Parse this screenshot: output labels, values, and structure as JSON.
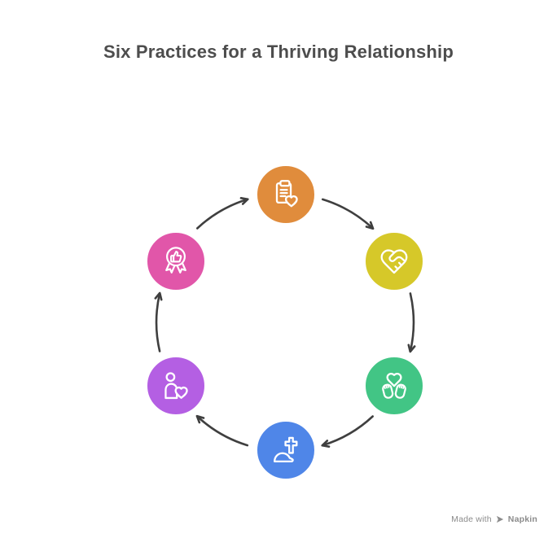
{
  "title": "Six Practices for a Thriving Relationship",
  "title_color": "#4d4d4d",
  "diagram": {
    "type": "cycle",
    "direction": "clockwise",
    "arrow_color": "#3f3f3f",
    "nodes": [
      {
        "icon": "clipboard-heart-icon",
        "color": "#e08c3c",
        "position": "top"
      },
      {
        "icon": "heart-handshake-icon",
        "color": "#d6c829",
        "position": "top-right"
      },
      {
        "icon": "hands-holding-heart-icon",
        "color": "#42c585",
        "position": "bottom-right"
      },
      {
        "icon": "prayer-cross-icon",
        "color": "#4f86e8",
        "position": "bottom"
      },
      {
        "icon": "person-with-heart-icon",
        "color": "#b45fe3",
        "position": "bottom-left"
      },
      {
        "icon": "award-thumbs-up-icon",
        "color": "#e156a9",
        "position": "top-left"
      }
    ]
  },
  "footer": {
    "made_with_label": "Made with",
    "brand_name": "Napkin",
    "text_color": "#8b8b8b"
  }
}
